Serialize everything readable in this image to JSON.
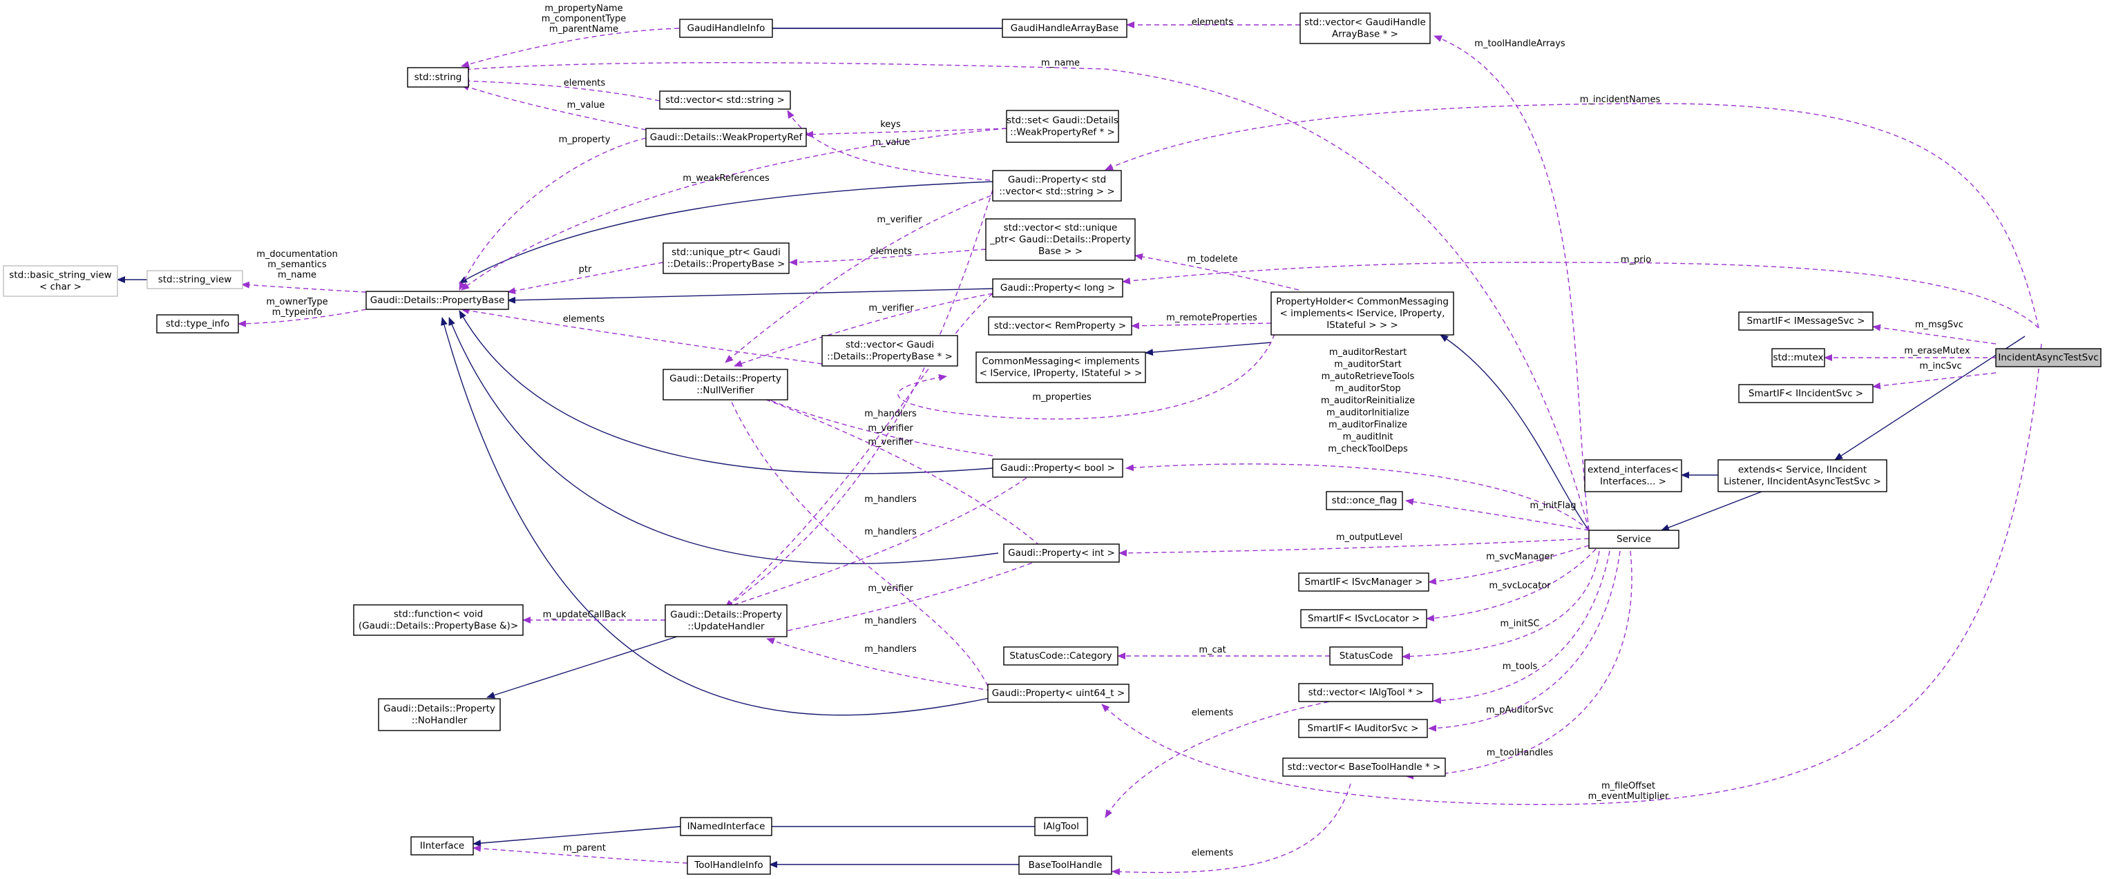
{
  "nodes": {
    "std_string": [
      "std::string"
    ],
    "gaudi_handle_info": [
      "GaudiHandleInfo"
    ],
    "gaudi_handle_array_base": [
      "GaudiHandleArrayBase"
    ],
    "vector_handle_array": [
      "std::vector< GaudiHandle",
      "ArrayBase * >"
    ],
    "vector_std_string": [
      "std::vector< std::string >"
    ],
    "weak_property_ref": [
      "Gaudi::Details::WeakPropertyRef"
    ],
    "set_weak_ref": [
      "std::set< Gaudi::Details",
      "::WeakPropertyRef * >"
    ],
    "property_vector_string": [
      "Gaudi::Property< std",
      "::vector< std::string > >"
    ],
    "basic_string_view": [
      "std::basic_string_view",
      "< char >"
    ],
    "string_view": [
      "std::string_view"
    ],
    "type_info": [
      "std::type_info"
    ],
    "property_base": [
      "Gaudi::Details::PropertyBase"
    ],
    "unique_ptr_base": [
      "std::unique_ptr< Gaudi",
      "::Details::PropertyBase >"
    ],
    "vector_unique_ptr": [
      "std::vector< std::unique",
      "_ptr< Gaudi::Details::Property",
      "Base > >"
    ],
    "property_long": [
      "Gaudi::Property< long >"
    ],
    "property_holder": [
      "PropertyHolder< CommonMessaging",
      "< implements< IService, IProperty,",
      "IStateful > > >"
    ],
    "vector_remote_property": [
      "std::vector< RemProperty >"
    ],
    "common_messaging": [
      "CommonMessaging< implements",
      "< IService, IProperty, IStateful > >"
    ],
    "null_verifier": [
      "Gaudi::Details::Property",
      "::NullVerifier"
    ],
    "vector_property_base_ptr": [
      "std::vector< Gaudi",
      "::Details::PropertyBase * >"
    ],
    "smartif_imessagesvc": [
      "SmartIF< IMessageSvc >"
    ],
    "std_mutex": [
      "std::mutex"
    ],
    "smartif_iincidentsvc": [
      "SmartIF< IIncidentSvc >"
    ],
    "incident_async_test_svc": [
      "IncidentAsyncTestSvc"
    ],
    "extend_interfaces": [
      "extend_interfaces<",
      "Interfaces... >"
    ],
    "extends_service": [
      "extends< Service, IIncident",
      "Listener, IIncidentAsyncTestSvc >"
    ],
    "property_bool": [
      "Gaudi::Property< bool >"
    ],
    "once_flag": [
      "std::once_flag"
    ],
    "property_int": [
      "Gaudi::Property< int >"
    ],
    "service": [
      "Service"
    ],
    "std_function": [
      "std::function< void",
      "(Gaudi::Details::PropertyBase &)>"
    ],
    "update_handler": [
      "Gaudi::Details::Property",
      "::UpdateHandler"
    ],
    "smartif_isvcmanager": [
      "SmartIF< ISvcManager >"
    ],
    "smartif_isvclocator": [
      "SmartIF< ISvcLocator >"
    ],
    "status_code_category": [
      "StatusCode::Category"
    ],
    "status_code": [
      "StatusCode"
    ],
    "property_uint64": [
      "Gaudi::Property< uint64_t >"
    ],
    "no_handler": [
      "Gaudi::Details::Property",
      "::NoHandler"
    ],
    "vector_ialgtool": [
      "std::vector< IAlgTool * >"
    ],
    "smartif_iauditorsvc": [
      "SmartIF< IAuditorSvc >"
    ],
    "vector_base_tool_handle": [
      "std::vector< BaseToolHandle * >"
    ],
    "inamed_interface": [
      "INamedInterface"
    ],
    "ialgtool": [
      "IAlgTool"
    ],
    "iinterface": [
      "IInterface"
    ],
    "tool_handle_info": [
      "ToolHandleInfo"
    ],
    "base_tool_handle": [
      "BaseToolHandle"
    ]
  },
  "edge_labels": {
    "e_prop_names": [
      "m_propertyName",
      "m_componentType",
      "m_parentName"
    ],
    "e_elements_handles": [
      "elements"
    ],
    "e_tool_handle_arrays": [
      "m_toolHandleArrays"
    ],
    "e_m_name": [
      "m_name"
    ],
    "e_incident_names": [
      "m_incidentNames"
    ],
    "e_elements_strings": [
      "elements"
    ],
    "e_m_value_weak": [
      "m_value"
    ],
    "e_keys": [
      "keys"
    ],
    "e_m_value_vec": [
      "m_value"
    ],
    "e_m_property": [
      "m_property"
    ],
    "e_weak_references": [
      "m_weakReferences"
    ],
    "e_m_verifier_a": [
      "m_verifier"
    ],
    "e_elements_unique": [
      "elements"
    ],
    "e_doc_sem_name": [
      "m_documentation",
      "m_semantics",
      "m_name"
    ],
    "e_ptr": [
      "ptr"
    ],
    "e_owner_typeinfo": [
      "m_ownerType",
      "m_typeinfo"
    ],
    "e_todelete": [
      "m_todelete"
    ],
    "e_prio": [
      "m_prio"
    ],
    "e_remote_properties": [
      "m_remoteProperties"
    ],
    "e_elements_props": [
      "elements"
    ],
    "e_m_verifier_b": [
      "m_verifier"
    ],
    "e_m_properties": [
      "m_properties"
    ],
    "e_msgsvc": [
      "m_msgSvc"
    ],
    "e_erase_mutex": [
      "m_eraseMutex"
    ],
    "e_incsvc": [
      "m_incSvc"
    ],
    "e_auditor_flags": [
      "m_auditorRestart",
      "m_auditorStart",
      "m_autoRetrieveTools",
      "m_auditorStop",
      "m_auditorReinitialize",
      "m_auditorInitialize",
      "m_auditorFinalize",
      "m_auditInit",
      "m_checkToolDeps"
    ],
    "e_m_verifier_c": [
      "m_verifier"
    ],
    "e_m_handlers_a": [
      "m_handlers"
    ],
    "e_m_verifier_d": [
      "m_verifier"
    ],
    "e_m_handlers_b": [
      "m_handlers"
    ],
    "e_m_handlers_c": [
      "m_handlers"
    ],
    "e_init_flag": [
      "m_initFlag"
    ],
    "e_output_level": [
      "m_outputLevel"
    ],
    "e_svc_manager": [
      "m_svcManager"
    ],
    "e_svc_locator": [
      "m_svcLocator"
    ],
    "e_update_callback": [
      "m_updateCallBack"
    ],
    "e_m_verifier_e": [
      "m_verifier"
    ],
    "e_m_handlers_d": [
      "m_handlers"
    ],
    "e_init_sc": [
      "m_initSC"
    ],
    "e_m_cat": [
      "m_cat"
    ],
    "e_m_handlers_e": [
      "m_handlers"
    ],
    "e_m_tools": [
      "m_tools"
    ],
    "e_elements_tools": [
      "elements"
    ],
    "e_auditor_svc": [
      "m_pAuditorSvc"
    ],
    "e_tool_handles": [
      "m_toolHandles"
    ],
    "e_file_offset": [
      "m_fileOffset",
      "m_eventMultiplier"
    ],
    "e_m_parent": [
      "m_parent"
    ],
    "e_elements_base_tools": [
      "elements"
    ]
  },
  "colors": {
    "inheritance": "#191970",
    "member": "#9a32cd",
    "focus_fill": "#bfbfbf",
    "ghost_border": "#bfbfbf"
  }
}
